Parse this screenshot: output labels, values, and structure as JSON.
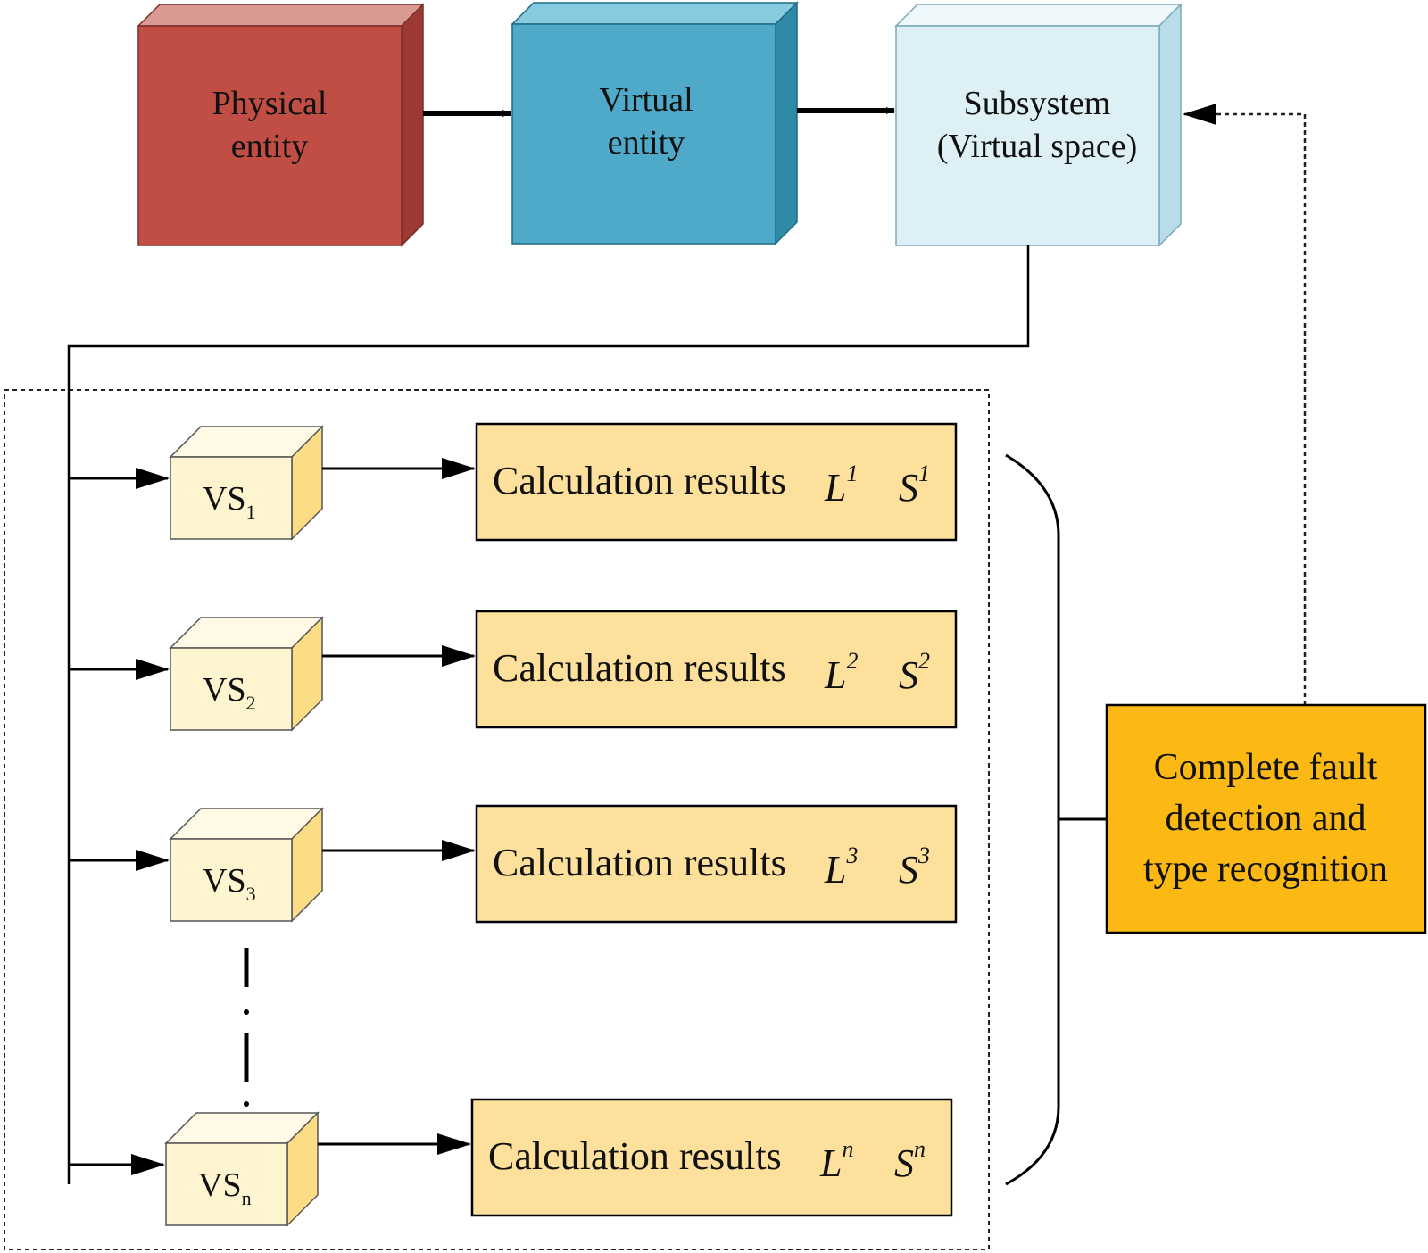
{
  "colors": {
    "physical_front": "#c04e45",
    "physical_top": "#d99a94",
    "physical_side": "#9a3a33",
    "virtual_front": "#4eaac8",
    "virtual_top": "#86cbe0",
    "virtual_side": "#2f8aa6",
    "subsystem_front": "#ddf0f6",
    "subsystem_top": "#eef8fb",
    "subsystem_side": "#b9dcea",
    "vs_front": "#fff4d0",
    "vs_top": "#fff9e6",
    "vs_side": "#fddc86",
    "result_fill": "#fde09c",
    "fault_fill": "#fdb913"
  },
  "top_blocks": {
    "physical": {
      "line1": "Physical",
      "line2": "entity"
    },
    "virtual": {
      "line1": "Virtual",
      "line2": "entity"
    },
    "subsystem": {
      "line1": "Subsystem",
      "line2": "(Virtual space)"
    }
  },
  "rows": [
    {
      "vs_main": "VS",
      "vs_sub": "1",
      "result_label": "Calculation results",
      "l_sym": "L",
      "l_sup": "1",
      "s_sym": "S",
      "s_sup": "1"
    },
    {
      "vs_main": "VS",
      "vs_sub": "2",
      "result_label": "Calculation results",
      "l_sym": "L",
      "l_sup": "2",
      "s_sym": "S",
      "s_sup": "2"
    },
    {
      "vs_main": "VS",
      "vs_sub": "3",
      "result_label": "Calculation results",
      "l_sym": "L",
      "l_sup": "3",
      "s_sym": "S",
      "s_sup": "3"
    },
    {
      "vs_main": "VS",
      "vs_sub": "n",
      "result_label": "Calculation results",
      "l_sym": "L",
      "l_sup": "n",
      "s_sym": "S",
      "s_sup": "n"
    }
  ],
  "fault_box": {
    "line1": "Complete fault",
    "line2": "detection and",
    "line3": "type recognition"
  }
}
